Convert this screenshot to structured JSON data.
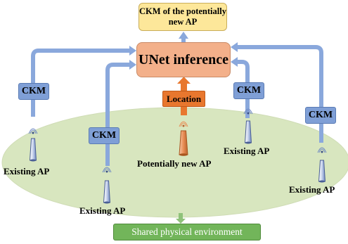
{
  "diagram": {
    "output_box": "CKM of the potentially new AP",
    "model_box": "UNet inference",
    "location_box": "Location",
    "ckm_label": "CKM",
    "new_ap_label": "Potentially new AP",
    "existing_ap_label": "Existing AP",
    "environment_label": "Shared physical environment"
  },
  "colors": {
    "ellipse": "#d8e6bf",
    "arrow_blue": "#8aa8dc",
    "ckm_box": "#7f9fd6",
    "location_arrow": "#e8772e",
    "model_box": "#f3b08a",
    "output_box": "#fde79a",
    "environment_box": "#72b55a"
  }
}
